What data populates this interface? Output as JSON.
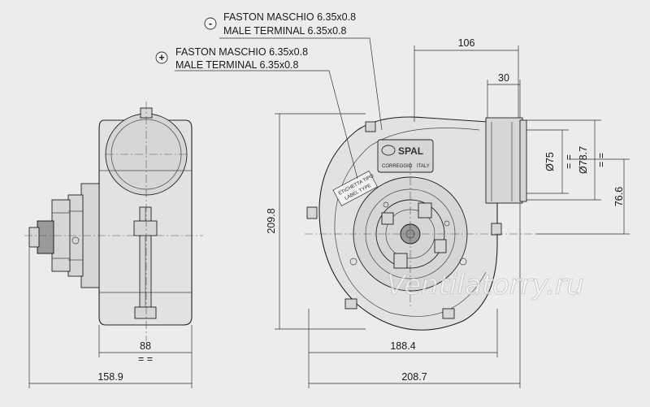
{
  "terminals": {
    "negative": {
      "sign": "-",
      "line1": "FASTON MASCHIO 6.35x0.8",
      "line2": "MALE TERMINAL 6.35x0.8"
    },
    "positive": {
      "sign": "+",
      "line1": "FASTON MASCHIO 6.35x0.8",
      "line2": "MALE TERMINAL 6.35x0.8"
    }
  },
  "dimensions": {
    "d106": "106",
    "d30": "30",
    "d75": "Ø75",
    "d78_7": "Ø78.7",
    "d76_6": "76.6",
    "d209_8": "209.8",
    "d188_4": "188.4",
    "d208_7": "208.7",
    "d88": "88",
    "d158_9": "158.9",
    "equal": "= ="
  },
  "label": {
    "brand": "SPAL",
    "town": "CORREGGIO",
    "country": "ITALY",
    "tag1": "ETICHETTA TIPO",
    "tag2": "LABEL TYPE"
  },
  "watermark": "Ventilatorry.ru"
}
